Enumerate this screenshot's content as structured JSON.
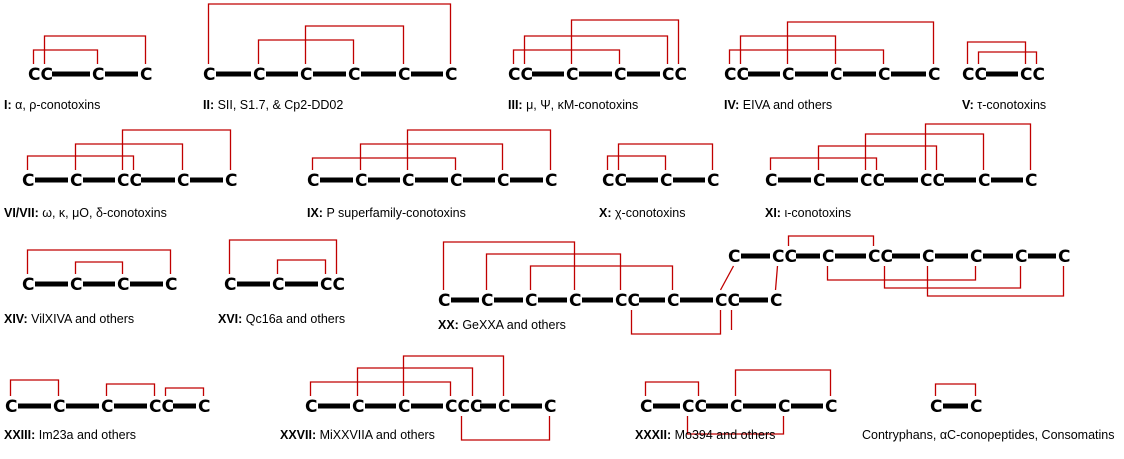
{
  "title": "Conotoxin cysteine frameworks",
  "colors": {
    "backbone": "#000000",
    "disulfide": "#c00000"
  },
  "frameworks": [
    {
      "id": "I",
      "roman": "I:",
      "desc": " α, ρ-conotoxins",
      "cys": [
        "CC",
        "C",
        "C"
      ],
      "bonds": [
        [
          0,
          0,
          1,
          0
        ],
        [
          0,
          1,
          2,
          0
        ]
      ]
    },
    {
      "id": "II",
      "roman": "II:",
      "desc": " SII, S1.7, & Cp2-DD02",
      "cys": [
        "C",
        "C",
        "C",
        "C",
        "C",
        "C"
      ],
      "bonds": [
        [
          0,
          0,
          5,
          0
        ],
        [
          2,
          0,
          4,
          0
        ],
        [
          1,
          0,
          3,
          0
        ]
      ]
    },
    {
      "id": "III",
      "roman": "III:",
      "desc": " μ, Ψ, κM-conotoxins",
      "cys": [
        "CC",
        "C",
        "C",
        "CC"
      ],
      "bonds": [
        [
          0,
          0,
          2,
          0
        ],
        [
          0,
          1,
          3,
          0
        ],
        [
          1,
          0,
          3,
          1
        ]
      ]
    },
    {
      "id": "IV",
      "roman": "IV:",
      "desc": " EIVA and others",
      "cys": [
        "CC",
        "C",
        "C",
        "C",
        "C"
      ],
      "bonds": [
        [
          0,
          0,
          3,
          0
        ],
        [
          0,
          1,
          2,
          0
        ],
        [
          1,
          0,
          4,
          0
        ]
      ]
    },
    {
      "id": "V",
      "roman": "V:",
      "desc": " τ-conotoxins",
      "cys": [
        "CC",
        "CC"
      ],
      "bonds": [
        [
          0,
          0,
          1,
          0
        ],
        [
          0,
          1,
          1,
          1
        ]
      ]
    },
    {
      "id": "VI/VII",
      "roman": "VI/VII:",
      "desc": " ω, κ, μO, δ-conotoxins",
      "cys": [
        "C",
        "C",
        "CC",
        "C",
        "C"
      ],
      "bonds": [
        [
          0,
          0,
          2,
          1
        ],
        [
          1,
          0,
          3,
          0
        ],
        [
          2,
          0,
          4,
          0
        ]
      ]
    },
    {
      "id": "IX",
      "roman": "IX:",
      "desc": " P superfamily-conotoxins",
      "cys": [
        "C",
        "C",
        "C",
        "C",
        "C",
        "C"
      ],
      "bonds": [
        [
          0,
          0,
          3,
          0
        ],
        [
          1,
          0,
          4,
          0
        ],
        [
          2,
          0,
          5,
          0
        ]
      ]
    },
    {
      "id": "X",
      "roman": "X:",
      "desc": " χ-conotoxins",
      "cys": [
        "CC",
        "C",
        "C"
      ],
      "bonds": [
        [
          0,
          0,
          1,
          0
        ],
        [
          0,
          1,
          2,
          0
        ]
      ]
    },
    {
      "id": "XI",
      "roman": "XI:",
      "desc": " ι-conotoxins",
      "cys": [
        "C",
        "C",
        "CC",
        "CC",
        "C",
        "C"
      ],
      "bonds": [
        [
          0,
          0,
          2,
          1
        ],
        [
          1,
          0,
          3,
          1
        ],
        [
          2,
          0,
          4,
          0
        ],
        [
          3,
          0,
          5,
          0
        ]
      ]
    },
    {
      "id": "XIV",
      "roman": "XIV:",
      "desc": " VilXIVA and others",
      "cys": [
        "C",
        "C",
        "C",
        "C"
      ],
      "bonds": [
        [
          0,
          0,
          3,
          0
        ],
        [
          1,
          0,
          2,
          0
        ]
      ]
    },
    {
      "id": "XVI",
      "roman": "XVI:",
      "desc": " Qc16a and others",
      "cys": [
        "C",
        "C",
        "CC"
      ],
      "bonds": [
        [
          0,
          0,
          2,
          1
        ],
        [
          1,
          0,
          2,
          0
        ]
      ]
    },
    {
      "id": "XX",
      "roman": "XX:",
      "desc": " GeXXA and others",
      "cys": [
        "C",
        "C",
        "C",
        "C",
        "CC",
        "C",
        "CC",
        "C"
      ],
      "cys2": [
        "C",
        "CC",
        "C",
        "CC",
        "C",
        "C",
        "C",
        "C"
      ],
      "bonds": []
    },
    {
      "id": "XXIII",
      "roman": "XXIII:",
      "desc": " Im23a and others",
      "cys": [
        "C",
        "C",
        "C",
        "CC",
        "C"
      ],
      "bonds": [
        [
          0,
          0,
          1,
          0
        ],
        [
          2,
          0,
          3,
          0
        ],
        [
          3,
          1,
          4,
          0
        ]
      ]
    },
    {
      "id": "XXVII",
      "roman": "XXVII:",
      "desc": " MiXXVIIA and others",
      "cys": [
        "C",
        "C",
        "C",
        "CCC",
        "C",
        "C"
      ],
      "bonds": []
    },
    {
      "id": "XXXII",
      "roman": "XXXII:",
      "desc": " Mo394 and others",
      "cys": [
        "C",
        "CC",
        "C",
        "C",
        "C"
      ],
      "bonds": []
    },
    {
      "id": "other",
      "roman": "",
      "desc": "Contryphans, αC-conopeptides, Consomatins",
      "cys": [
        "C",
        "C"
      ],
      "bonds": [
        [
          0,
          0,
          1,
          0
        ]
      ]
    }
  ]
}
